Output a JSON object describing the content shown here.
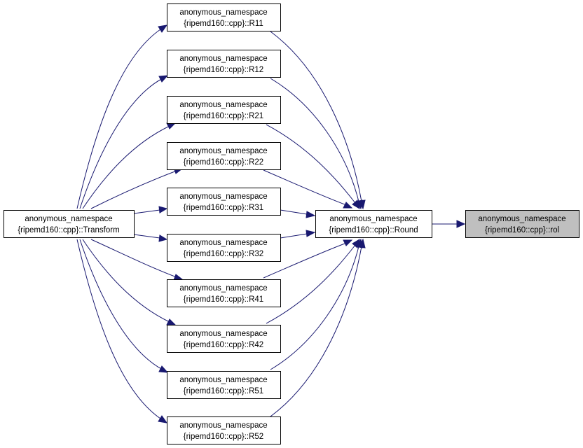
{
  "nodes": {
    "transform": {
      "line1": "anonymous_namespace",
      "line2": "{ripemd160::cpp}::Transform"
    },
    "r11": {
      "line1": "anonymous_namespace",
      "line2": "{ripemd160::cpp}::R11"
    },
    "r12": {
      "line1": "anonymous_namespace",
      "line2": "{ripemd160::cpp}::R12"
    },
    "r21": {
      "line1": "anonymous_namespace",
      "line2": "{ripemd160::cpp}::R21"
    },
    "r22": {
      "line1": "anonymous_namespace",
      "line2": "{ripemd160::cpp}::R22"
    },
    "r31": {
      "line1": "anonymous_namespace",
      "line2": "{ripemd160::cpp}::R31"
    },
    "r32": {
      "line1": "anonymous_namespace",
      "line2": "{ripemd160::cpp}::R32"
    },
    "r41": {
      "line1": "anonymous_namespace",
      "line2": "{ripemd160::cpp}::R41"
    },
    "r42": {
      "line1": "anonymous_namespace",
      "line2": "{ripemd160::cpp}::R42"
    },
    "r51": {
      "line1": "anonymous_namespace",
      "line2": "{ripemd160::cpp}::R51"
    },
    "r52": {
      "line1": "anonymous_namespace",
      "line2": "{ripemd160::cpp}::R52"
    },
    "round": {
      "line1": "anonymous_namespace",
      "line2": "{ripemd160::cpp}::Round"
    },
    "rol": {
      "line1": "anonymous_namespace",
      "line2": "{ripemd160::cpp}::rol"
    }
  },
  "colors": {
    "edge": "#191970",
    "highlight_fill": "#bfbfbf",
    "node_fill": "#ffffff"
  }
}
